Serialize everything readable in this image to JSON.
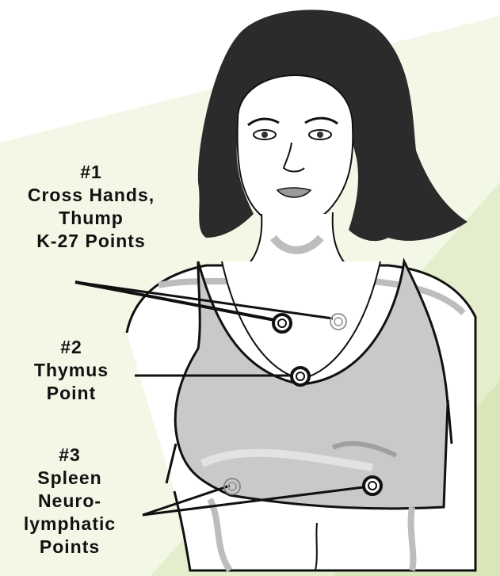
{
  "labels": {
    "point1": {
      "lines": [
        "#1",
        "Cross Hands,",
        "Thump",
        "K-27 Points"
      ]
    },
    "point2": {
      "lines": [
        "#2",
        "Thymus",
        "Point"
      ]
    },
    "point3": {
      "lines": [
        "#3",
        "Spleen",
        "Neuro-",
        "lymphatic",
        "Points"
      ]
    }
  },
  "colors": {
    "background": "#ffffff",
    "background_tint": "#e6efcf",
    "hair": "#2b2b2b",
    "garment": "#c9c9c9",
    "skin_shade": "#bdbdbd",
    "outline": "#111111"
  }
}
